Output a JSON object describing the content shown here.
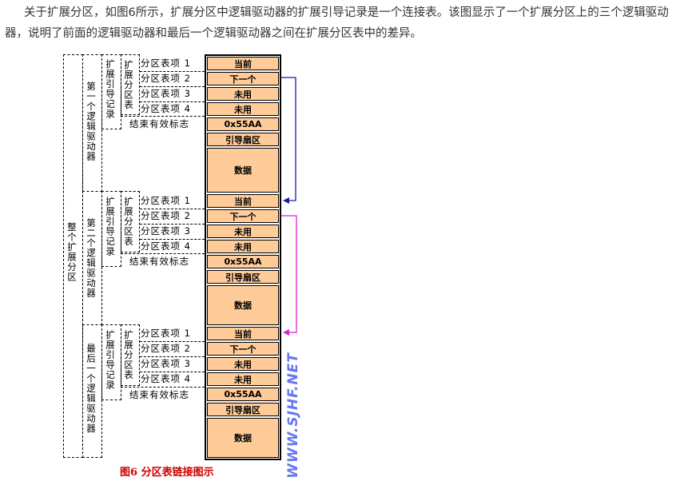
{
  "intro_text": "关于扩展分区，如图6所示，扩展分区中逻辑驱动器的扩展引导记录是一个连接表。该图显示了一个扩展分区上的三个逻辑驱动器，说明了前面的逻辑驱动器和最后一个逻辑驱动器之间在扩展分区表中的差异。",
  "whole_partition_label": "整个扩展分区",
  "drives": [
    {
      "label": "第一个逻辑驱动器",
      "ebr_label": "扩展引导记录",
      "table_label": "扩展分区表",
      "entries": [
        "分区表项 1",
        "分区表项 2",
        "分区表项 3",
        "分区表项 4"
      ],
      "end_marker": "结束有效标志",
      "cells": [
        "当前",
        "下一个",
        "未用",
        "未用",
        "0x55AA",
        "引导扇区",
        "数据"
      ]
    },
    {
      "label": "第二个逻辑驱动器",
      "ebr_label": "扩展引导记录",
      "table_label": "扩展分区表",
      "entries": [
        "分区表项 1",
        "分区表项 2",
        "分区表项 3",
        "分区表项 4"
      ],
      "end_marker": "结束有效标志",
      "cells": [
        "当前",
        "下一个",
        "未用",
        "未用",
        "0x55AA",
        "引导扇区",
        "数据"
      ]
    },
    {
      "label": "最后一个逻辑驱动器",
      "ebr_label": "扩展引导记录",
      "table_label": "扩展分区表",
      "entries": [
        "分区表项 1",
        "分区表项 2",
        "分区表项 3",
        "分区表项 4"
      ],
      "end_marker": "结束有效标志",
      "cells": [
        "当前",
        "下一个",
        "未用",
        "未用",
        "0x55AA",
        "引导扇区",
        "数据"
      ]
    }
  ],
  "arrows": [
    {
      "from": "第一个逻辑驱动器.下一个",
      "to": "第二个逻辑驱动器.当前",
      "color": "#1a1aa6"
    },
    {
      "from": "第二个逻辑驱动器.下一个",
      "to": "最后一个逻辑驱动器.当前",
      "color": "#dd22cc"
    }
  ],
  "watermark": "WWW.SJHF.NET",
  "caption": "图6 分区表链接图示"
}
